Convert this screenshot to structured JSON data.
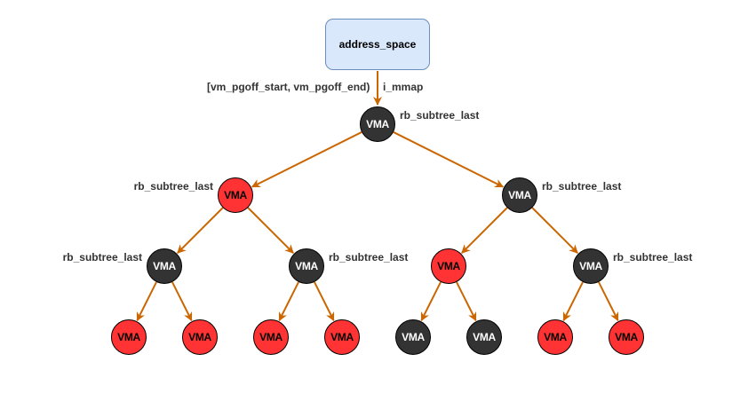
{
  "colors": {
    "red_node": "#ff3333",
    "black_node": "#333333",
    "red_text": "#000000",
    "black_text": "#ffffff",
    "edge": "#cc6600",
    "box_fill": "#dae8fc",
    "box_border": "#6c8ebf"
  },
  "root_box": {
    "label": "address_space"
  },
  "root_edge": {
    "left_label": "[vm_pgoff_start, vm_pgoff_end)",
    "right_label": "i_mmap"
  },
  "nodes": [
    {
      "id": "n0",
      "label": "VMA",
      "color": "black",
      "annotation": "rb_subtree_last"
    },
    {
      "id": "n1",
      "label": "VMA",
      "color": "red",
      "annotation": "rb_subtree_last"
    },
    {
      "id": "n2",
      "label": "VMA",
      "color": "black",
      "annotation": "rb_subtree_last"
    },
    {
      "id": "n3",
      "label": "VMA",
      "color": "black",
      "annotation": "rb_subtree_last"
    },
    {
      "id": "n4",
      "label": "VMA",
      "color": "black",
      "annotation": "rb_subtree_last"
    },
    {
      "id": "n5",
      "label": "VMA",
      "color": "red",
      "annotation": ""
    },
    {
      "id": "n6",
      "label": "VMA",
      "color": "black",
      "annotation": "rb_subtree_last"
    },
    {
      "id": "n7",
      "label": "VMA",
      "color": "red",
      "annotation": ""
    },
    {
      "id": "n8",
      "label": "VMA",
      "color": "red",
      "annotation": ""
    },
    {
      "id": "n9",
      "label": "VMA",
      "color": "red",
      "annotation": ""
    },
    {
      "id": "n10",
      "label": "VMA",
      "color": "red",
      "annotation": ""
    },
    {
      "id": "n11",
      "label": "VMA",
      "color": "black",
      "annotation": ""
    },
    {
      "id": "n12",
      "label": "VMA",
      "color": "black",
      "annotation": ""
    },
    {
      "id": "n13",
      "label": "VMA",
      "color": "red",
      "annotation": ""
    },
    {
      "id": "n14",
      "label": "VMA",
      "color": "red",
      "annotation": ""
    }
  ],
  "edges": [
    [
      "n0",
      "n1"
    ],
    [
      "n0",
      "n2"
    ],
    [
      "n1",
      "n3"
    ],
    [
      "n1",
      "n4"
    ],
    [
      "n2",
      "n5"
    ],
    [
      "n2",
      "n6"
    ],
    [
      "n3",
      "n7"
    ],
    [
      "n3",
      "n8"
    ],
    [
      "n4",
      "n9"
    ],
    [
      "n4",
      "n10"
    ],
    [
      "n5",
      "n11"
    ],
    [
      "n5",
      "n12"
    ],
    [
      "n6",
      "n13"
    ],
    [
      "n6",
      "n14"
    ]
  ]
}
